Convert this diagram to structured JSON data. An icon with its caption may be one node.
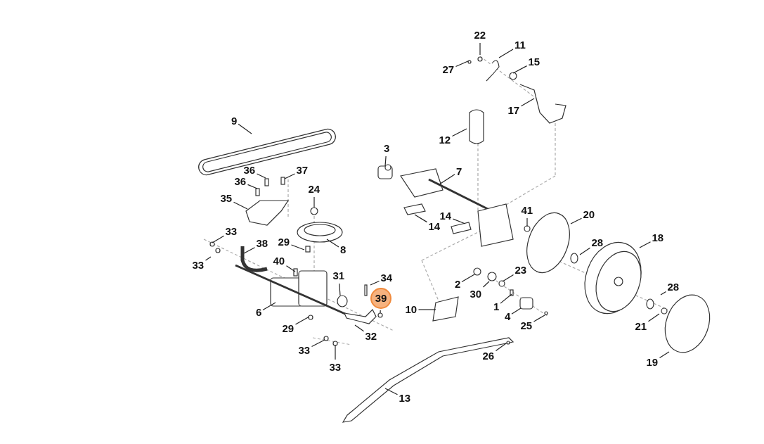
{
  "diagram": {
    "nodes": [
      {
        "text": [
          "22"
        ]
      },
      {
        "text": [
          "11"
        ]
      },
      {
        "text": [
          "27"
        ]
      },
      {
        "text": [
          "15"
        ]
      },
      {
        "text": [
          "17"
        ]
      },
      {
        "text": [
          "12"
        ]
      },
      {
        "text": [
          "9"
        ]
      },
      {
        "text": [
          "3"
        ]
      },
      {
        "text": [
          "7"
        ]
      },
      {
        "text": [
          "36"
        ]
      },
      {
        "text": [
          "37"
        ]
      },
      {
        "text": [
          "36"
        ]
      },
      {
        "text": [
          "24"
        ]
      },
      {
        "text": [
          "35"
        ]
      },
      {
        "text": [
          "41"
        ]
      },
      {
        "text": [
          "20"
        ]
      },
      {
        "text": [
          "14"
        ]
      },
      {
        "text": [
          "14"
        ]
      },
      {
        "text": [
          "33"
        ]
      },
      {
        "text": [
          "28"
        ]
      },
      {
        "text": [
          "18"
        ]
      },
      {
        "text": [
          "29"
        ]
      },
      {
        "text": [
          "38"
        ]
      },
      {
        "text": [
          "8"
        ]
      },
      {
        "text": [
          "33"
        ]
      },
      {
        "text": [
          "40"
        ]
      },
      {
        "text": [
          "23"
        ]
      },
      {
        "text": [
          "31"
        ]
      },
      {
        "text": [
          "34"
        ]
      },
      {
        "text": [
          "2"
        ]
      },
      {
        "text": [
          "30"
        ]
      },
      {
        "text": [
          "28"
        ]
      },
      {
        "text": [
          "39"
        ]
      },
      {
        "text": [
          "10"
        ]
      },
      {
        "text": [
          "1"
        ]
      },
      {
        "text": [
          "6"
        ]
      },
      {
        "text": [
          "4"
        ]
      },
      {
        "text": [
          "29"
        ]
      },
      {
        "text": [
          "32"
        ]
      },
      {
        "text": [
          "21"
        ]
      },
      {
        "text": [
          "25"
        ]
      },
      {
        "text": [
          "33"
        ]
      },
      {
        "text": [
          "33"
        ]
      },
      {
        "text": [
          "26"
        ]
      },
      {
        "text": [
          "13"
        ]
      },
      {
        "text": [
          "19"
        ]
      }
    ],
    "edges": [
      {
        "from": 0,
        "to": null,
        "arrow": "none"
      },
      {
        "from": 1,
        "to": null,
        "arrow": "none"
      },
      {
        "from": 2,
        "to": null,
        "arrow": "none"
      },
      {
        "from": 3,
        "to": null,
        "arrow": "none"
      },
      {
        "from": 4,
        "to": null,
        "arrow": "none"
      },
      {
        "from": 5,
        "to": null,
        "arrow": "none"
      },
      {
        "from": 6,
        "to": null,
        "arrow": "none"
      },
      {
        "from": 7,
        "to": null,
        "arrow": "none"
      },
      {
        "from": 8,
        "to": null,
        "arrow": "none"
      },
      {
        "from": 9,
        "to": null,
        "arrow": "none"
      },
      {
        "from": 10,
        "to": null,
        "arrow": "none"
      },
      {
        "from": 11,
        "to": null,
        "arrow": "none"
      },
      {
        "from": 12,
        "to": null,
        "arrow": "none"
      },
      {
        "from": 13,
        "to": null,
        "arrow": "none"
      },
      {
        "from": 14,
        "to": null,
        "arrow": "none"
      },
      {
        "from": 15,
        "to": null,
        "arrow": "none"
      },
      {
        "from": 16,
        "to": null,
        "arrow": "none"
      },
      {
        "from": 17,
        "to": null,
        "arrow": "none"
      },
      {
        "from": 18,
        "to": null,
        "arrow": "none"
      },
      {
        "from": 19,
        "to": null,
        "arrow": "none"
      },
      {
        "from": 20,
        "to": null,
        "arrow": "none"
      },
      {
        "from": 21,
        "to": null,
        "arrow": "none"
      },
      {
        "from": 22,
        "to": null,
        "arrow": "none"
      },
      {
        "from": 23,
        "to": null,
        "arrow": "none"
      },
      {
        "from": 24,
        "to": null,
        "arrow": "none"
      },
      {
        "from": 25,
        "to": null,
        "arrow": "none"
      },
      {
        "from": 26,
        "to": null,
        "arrow": "none"
      },
      {
        "from": 27,
        "to": null,
        "arrow": "none"
      },
      {
        "from": 28,
        "to": null,
        "arrow": "none"
      },
      {
        "from": 29,
        "to": null,
        "arrow": "none"
      },
      {
        "from": 30,
        "to": null,
        "arrow": "none"
      },
      {
        "from": 31,
        "to": null,
        "arrow": "none"
      },
      {
        "from": 32,
        "to": null,
        "arrow": "none"
      },
      {
        "from": 33,
        "to": null,
        "arrow": "none"
      },
      {
        "from": 34,
        "to": null,
        "arrow": "none"
      },
      {
        "from": 35,
        "to": null,
        "arrow": "none"
      },
      {
        "from": 36,
        "to": null,
        "arrow": "none"
      },
      {
        "from": 37,
        "to": null,
        "arrow": "none"
      },
      {
        "from": 38,
        "to": null,
        "arrow": "none"
      },
      {
        "from": 39,
        "to": null,
        "arrow": "none"
      },
      {
        "from": 40,
        "to": null,
        "arrow": "none"
      },
      {
        "from": 41,
        "to": null,
        "arrow": "none"
      },
      {
        "from": 42,
        "to": null,
        "arrow": "none"
      },
      {
        "from": 43,
        "to": null,
        "arrow": "none"
      },
      {
        "from": 44,
        "to": null,
        "arrow": "none"
      },
      {
        "from": 45,
        "to": null,
        "arrow": "none"
      }
    ]
  }
}
